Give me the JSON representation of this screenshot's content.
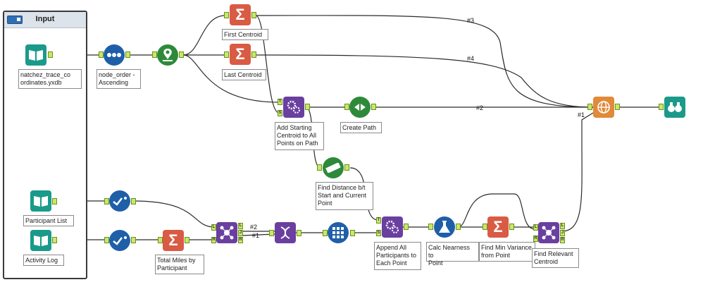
{
  "container": {
    "title": "Input"
  },
  "tools": {
    "input_natchez": {
      "label": "natchez_trace_co\nordinates.yxdb",
      "color": "#1a9a8a"
    },
    "sort_node": {
      "label": "node_order -\nAscending",
      "color": "#1e5fa8"
    },
    "spatial_point": {
      "label": "",
      "color": "#2e8a3a"
    },
    "sum_first": {
      "label": "First Centroid",
      "color": "#d95b43"
    },
    "sum_last": {
      "label": "Last Centroid",
      "color": "#d95b43"
    },
    "append_start": {
      "label": "Add Starting\nCentroid to All\nPoints on Path",
      "color": "#6a3fa0"
    },
    "create_path": {
      "label": "Create Path",
      "color": "#2e8a3a"
    },
    "distance": {
      "label": "Find Distance b/t\nStart and Current\nPoint",
      "color": "#2e8a3a"
    },
    "union_geo": {
      "label": "",
      "color": "#e08a3a"
    },
    "browse": {
      "label": "",
      "color": "#1a9a8a"
    },
    "input_participants": {
      "label": "Participant List",
      "color": "#1a9a8a"
    },
    "input_activity": {
      "label": "Activity Log",
      "color": "#1a9a8a"
    },
    "select_participants": {
      "label": "",
      "color": "#1e5fa8"
    },
    "select_activity": {
      "label": "",
      "color": "#1e5fa8"
    },
    "sum_miles": {
      "label": "Total Miles by\nParticipant",
      "color": "#d95b43"
    },
    "join_participants": {
      "label": "",
      "color": "#6a3fa0"
    },
    "gen_rows": {
      "label": "",
      "color": "#6a3fa0"
    },
    "multirow": {
      "label": "",
      "color": "#1e5fa8"
    },
    "append_all": {
      "label": "Append All\nParticipants to\nEach Point",
      "color": "#6a3fa0"
    },
    "calc_nearness": {
      "label": "Calc Nearness to\nPoint",
      "color": "#1e5fa8"
    },
    "min_variance": {
      "label": "Find Min Variance\nfrom Point",
      "color": "#d95b43"
    },
    "join_relevant": {
      "label": "Find Relevant\nCentroid",
      "color": "#6a3fa0"
    }
  },
  "connection_labels": {
    "c3": "#3",
    "c4": "#4",
    "c2": "#2",
    "c1": "#1",
    "j2": "#2",
    "j1": "#1"
  },
  "icons": {
    "input": "book-icon",
    "sort": "dots-icon",
    "spatial": "map-pin-icon",
    "summarize": "sigma-icon",
    "append": "gears-icon",
    "path": "path-icon",
    "distance": "ruler-icon",
    "union": "globe-icon",
    "browse": "binoculars-icon",
    "select": "check-icon",
    "join": "join-icon",
    "generate": "dna-icon",
    "multirow": "grid-icon",
    "formula": "flask-icon"
  }
}
